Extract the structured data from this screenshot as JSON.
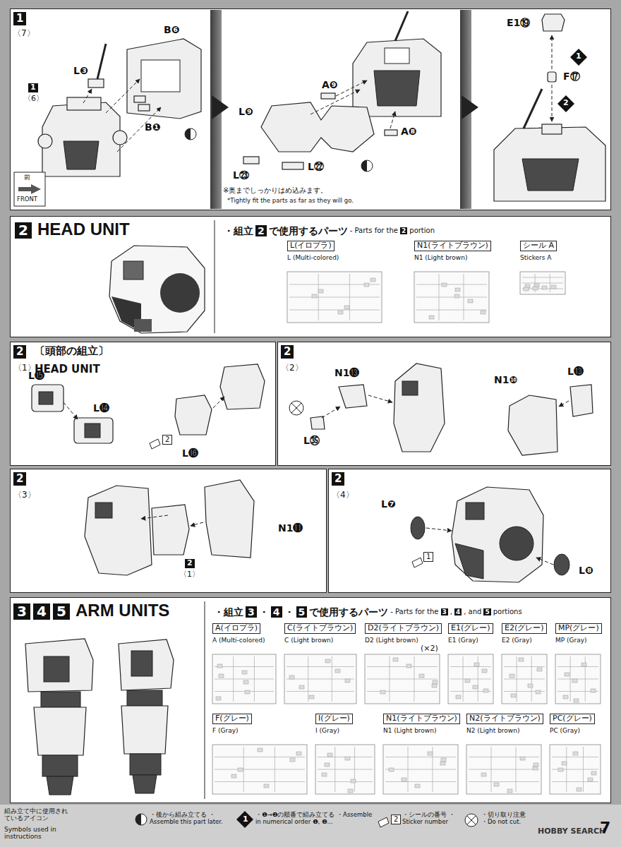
{
  "diagram": {
    "nodes": [
      {
        "text": [
          "1",
          "〈7〉"
        ]
      },
      {
        "text": [
          "2",
          "HEAD UNIT"
        ]
      },
      {
        "text": [
          "・組立",
          "2",
          "で使用するパーツ",
          "- Parts for the",
          "2",
          "portion"
        ],
        "in": 1
      },
      {
        "text": [
          "L(イロプラ)",
          "L (Multi-colored)"
        ],
        "in": 2
      },
      {
        "text": [
          "N1(ライトブラウン)",
          "N1 (Light brown)"
        ],
        "in": 2
      },
      {
        "text": [
          "シール A",
          "Stickers A"
        ],
        "in": 2
      },
      {
        "text": [
          "2",
          "〔頭部の組立〕",
          "〈1〉",
          "HEAD UNIT"
        ]
      },
      {
        "text": [
          "2",
          "〈2〉"
        ]
      },
      {
        "text": [
          "2",
          "〈3〉"
        ]
      },
      {
        "text": [
          "2",
          "〈4〉"
        ]
      },
      {
        "text": [
          "3",
          "4",
          "5",
          "ARM UNITS"
        ]
      },
      {
        "text": [
          "・組立",
          "3",
          "・",
          "4",
          "・",
          "5",
          "で使用するパーツ",
          "- Parts for the",
          "3",
          ",",
          "4",
          ", and",
          "5",
          "portions"
        ],
        "in": 10
      },
      {
        "text": [
          "A(イロプラ)",
          "A (Multi-colored)"
        ],
        "in": 11
      },
      {
        "text": [
          "C(ライトブラウン)",
          "C (Light brown)"
        ],
        "in": 11
      },
      {
        "text": [
          "D2(ライトブラウン)",
          "D2 (Light brown)"
        ],
        "in": 11
      },
      {
        "text": [
          "E1(グレー)",
          "E1 (Gray)"
        ],
        "in": 11
      },
      {
        "text": [
          "E2(グレー)",
          "E2 (Gray)"
        ],
        "in": 11
      },
      {
        "text": [
          "MP(グレー)",
          "MP (Gray)"
        ],
        "in": 11
      },
      {
        "text": [
          "F(グレー)",
          "F (Gray)"
        ],
        "in": 11
      },
      {
        "text": [
          "I(グレー)",
          "I (Gray)"
        ],
        "in": 11
      },
      {
        "text": [
          "N1(ライトブラウン)",
          "N1 (Light brown)"
        ],
        "in": 11
      },
      {
        "text": [
          "N2(ライトブラウン)",
          "N2 (Light brown)"
        ],
        "in": 11
      },
      {
        "text": [
          "PC(グレー)",
          "PC (Gray)"
        ],
        "in": 11
      }
    ],
    "labels": [
      "1",
      "〈6〉",
      "L❸",
      "B❻",
      "B❶",
      "前",
      "FRONT",
      "A❾",
      "L❾",
      "A❽",
      "L㉓",
      "L㉒",
      "※奥までしっかりはめ込みます。",
      "*Tightly fit the parts as far as they will go.",
      "E1⑲",
      "1",
      "F⑰",
      "2",
      "L⓯",
      "L⓮",
      "2",
      "L⓰",
      "N1⓭",
      "L㉟",
      "N1❿",
      "L⓭",
      "N1⓫",
      "2",
      "〈1〉",
      "L❼",
      "1",
      "L❽",
      "(×2)",
      "組み立て中に使用されているアイコン",
      "Symbols used in instructions",
      "1",
      "2",
      "HOBBY SEARCH",
      "7"
    ],
    "legend": [
      {
        "text": "・後から組み立てる ・Assemble this part later."
      },
      {
        "text": "・❶→❷の順番で組み立てる ・Assemble in numerical order ❶, ❷..."
      },
      {
        "text": "・シールの番号 ・Sticker number"
      },
      {
        "text": "・切り取り注意 ・Do not cut."
      }
    ]
  }
}
